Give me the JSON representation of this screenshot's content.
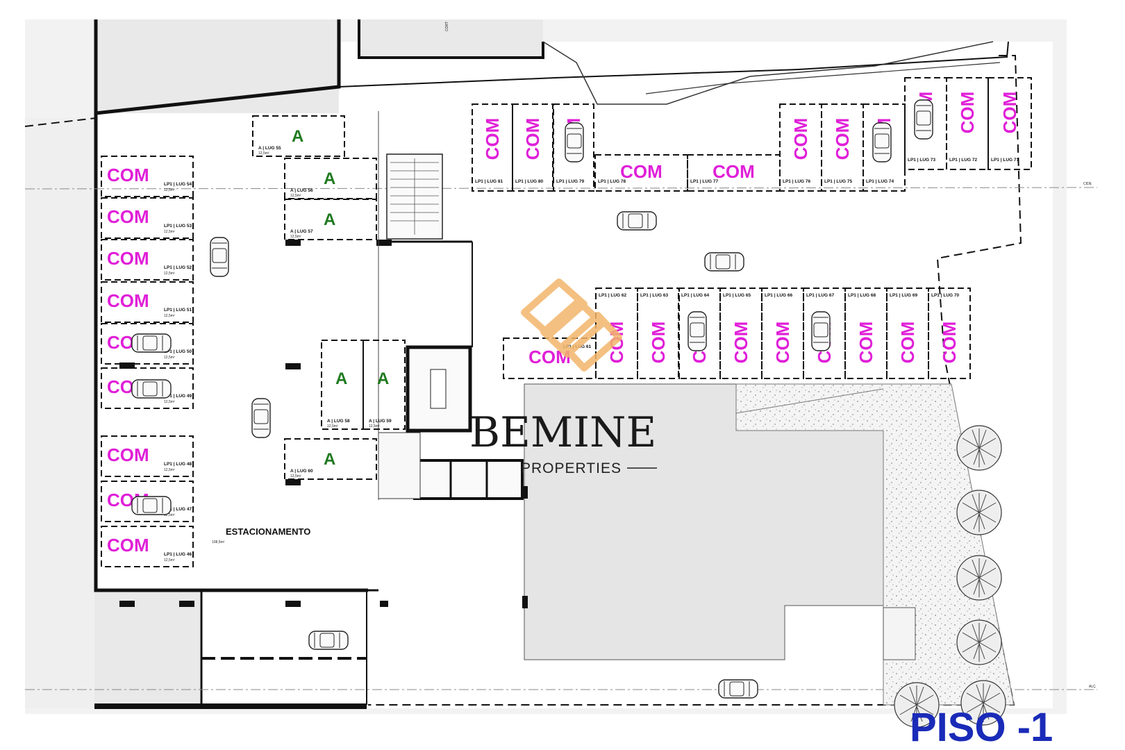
{
  "plan": {
    "title": "PISO -1",
    "parking_label": "ESTACIONAMENTO",
    "parking_area": "108,5m²",
    "commercial_label": "COM",
    "resident_label": "A",
    "lp_label": "LP1",
    "street_label_1": "CORT",
    "street_label_2": "CIDE",
    "street_label_3": "ALÇ"
  },
  "brand": {
    "name": "BEMINE",
    "subtitle": "PROPERTIES",
    "accent_color": "#f2b56b"
  },
  "colors": {
    "commercial": "#e01fd8",
    "resident": "#1f7a1f",
    "floor_label": "#1a2bb8",
    "landscape": "#ebebeb",
    "building": "#e5e5e5"
  },
  "spaces": {
    "left_column": [
      {
        "label": "COM",
        "code": "LUG 54",
        "area": "12,5m²"
      },
      {
        "label": "COM",
        "code": "LUG 53",
        "area": "12,5m²"
      },
      {
        "label": "COM",
        "code": "LUG 52",
        "area": "12,5m²"
      },
      {
        "label": "COM",
        "code": "LUG 51",
        "area": "12,5m²"
      },
      {
        "label": "COM",
        "code": "LUG 50",
        "area": "12,5m²"
      },
      {
        "label": "COM",
        "code": "LUG 49",
        "area": "12,5m²"
      },
      {
        "label": "COM",
        "code": "LUG 48",
        "area": "12,5m²"
      },
      {
        "label": "COM",
        "code": "LUG 47",
        "area": "12,5m²"
      },
      {
        "label": "COM",
        "code": "LUG 46",
        "area": "12,5m²"
      }
    ],
    "resident": [
      {
        "label": "A",
        "code": "LUG 55",
        "area": "12,5m²"
      },
      {
        "label": "A",
        "code": "LUG 56",
        "area": "12,5m²"
      },
      {
        "label": "A",
        "code": "LUG 57",
        "area": "12,5m²"
      },
      {
        "label": "A",
        "code": "LUG 58",
        "area": "12,5m²"
      },
      {
        "label": "A",
        "code": "LUG 59",
        "area": "12,5m²"
      },
      {
        "label": "A",
        "code": "LUG 60",
        "area": "12,5m²"
      }
    ],
    "top_row": [
      {
        "label": "COM",
        "code": "LUG 81"
      },
      {
        "label": "COM",
        "code": "LUG 80"
      },
      {
        "label": "COM",
        "code": "LUG 79"
      },
      {
        "label": "COM",
        "code": "LUG 78"
      },
      {
        "label": "COM",
        "code": "LUG 77"
      },
      {
        "label": "COM",
        "code": "LUG 76"
      },
      {
        "label": "COM",
        "code": "LUG 75"
      },
      {
        "label": "COM",
        "code": "LUG 74"
      },
      {
        "label": "COM",
        "code": "LUG 73"
      },
      {
        "label": "COM",
        "code": "LUG 72"
      },
      {
        "label": "COM",
        "code": "LUG 71"
      }
    ],
    "middle_row": [
      {
        "label": "COM",
        "code": "LUG 61"
      },
      {
        "label": "COM",
        "code": "LUG 62"
      },
      {
        "label": "COM",
        "code": "LUG 63"
      },
      {
        "label": "COM",
        "code": "LUG 64"
      },
      {
        "label": "COM",
        "code": "LUG 65"
      },
      {
        "label": "COM",
        "code": "LUG 66"
      },
      {
        "label": "COM",
        "code": "LUG 67"
      },
      {
        "label": "COM",
        "code": "LUG 68"
      },
      {
        "label": "COM",
        "code": "LUG 69"
      },
      {
        "label": "COM",
        "code": "LUG 70"
      }
    ]
  }
}
